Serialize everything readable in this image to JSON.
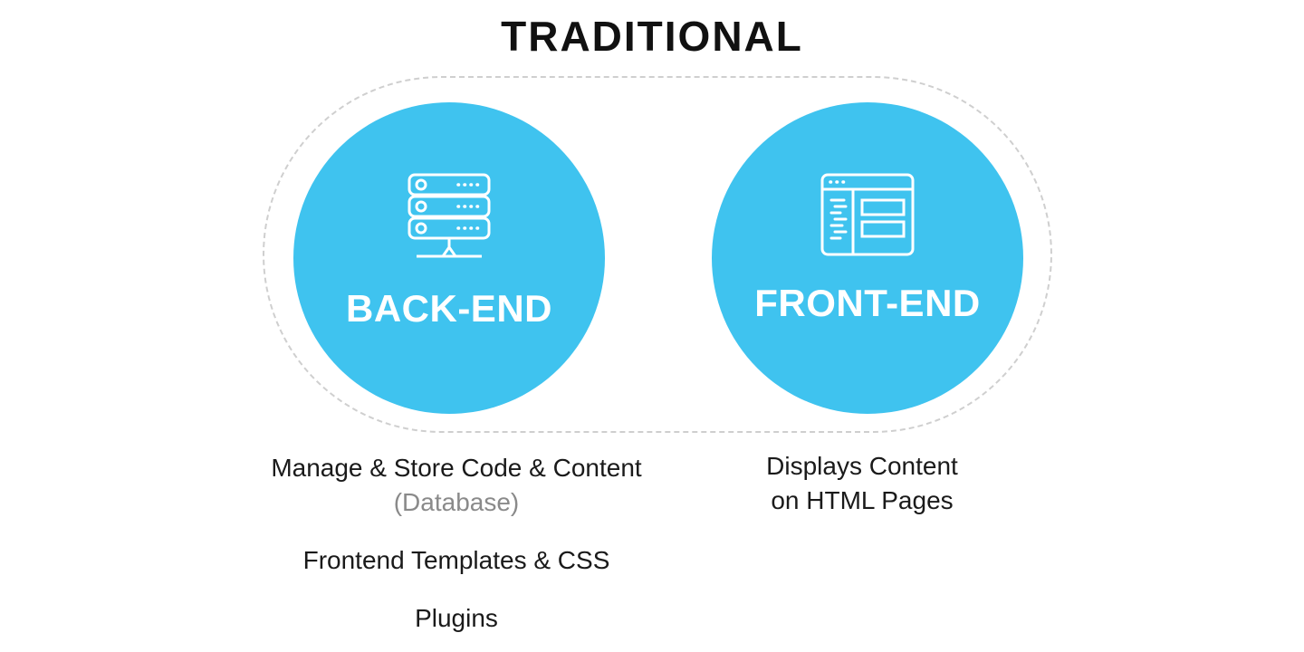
{
  "title": "TRADITIONAL",
  "backend": {
    "label": "BACK-END",
    "icon": "server-icon",
    "description_line1": "Manage & Store Code & Content",
    "description_line2": "(Database)",
    "item2": "Frontend Templates & CSS",
    "item3": "Plugins"
  },
  "frontend": {
    "label": "FRONT-END",
    "icon": "browser-window-icon",
    "description_line1": "Displays Content",
    "description_line2": "on HTML Pages"
  },
  "colors": {
    "circle": "#3fc3ef",
    "outline": "#cfcfcf",
    "muted_text": "#8a8a8a"
  }
}
